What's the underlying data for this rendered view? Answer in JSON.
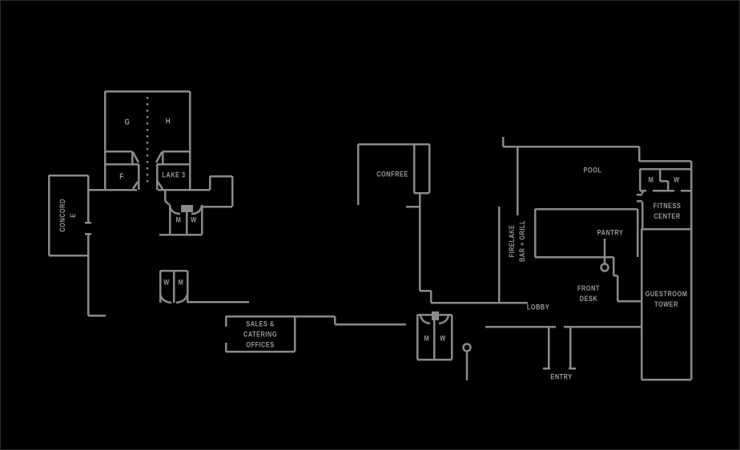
{
  "palette": {
    "background": "#000000",
    "wall_color": "#8a8a8a",
    "text_color": "#9b9b9b"
  },
  "rooms": {
    "g": "G",
    "h": "H",
    "f": "F",
    "lake3": "LAKE 3",
    "concord": {
      "line1": "CONCORD",
      "line2": "E"
    },
    "restrooms_upper_left": {
      "left": "M",
      "right": "W"
    },
    "restrooms_lower_left": {
      "left": "W",
      "right": "M"
    },
    "sales_catering": {
      "line1": "SALES &",
      "line2": "CATERING",
      "line3": "OFFICES"
    },
    "confree": "CONFREE",
    "restrooms_center": {
      "left": "M",
      "right": "W"
    },
    "firelake": {
      "line1": "FIRELAKE",
      "line2": "BAR + GRILL"
    },
    "pool": "POOL",
    "pantry": "PANTRY",
    "front_desk": {
      "line1": "FRONT",
      "line2": "DESK"
    },
    "lobby": "LOBBY",
    "entry": "ENTRY",
    "restrooms_fitness": {
      "left": "M",
      "right": "W"
    },
    "fitness_center": {
      "line1": "FITNESS",
      "line2": "CENTER"
    },
    "guestroom_tower": {
      "line1": "GUESTROOM",
      "line2": "TOWER"
    }
  }
}
